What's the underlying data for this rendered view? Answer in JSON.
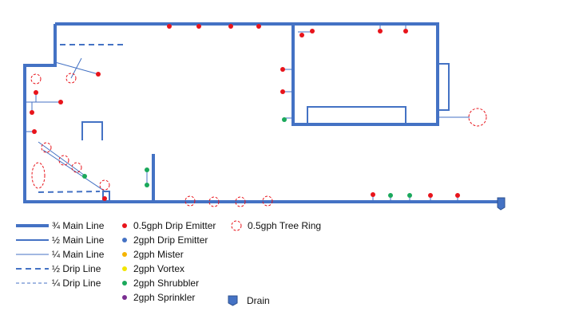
{
  "colors": {
    "line": "#4472C4",
    "emitter_05": "#E8141B",
    "emitter_2": "#4472C4",
    "mister": "#F5B400",
    "vortex": "#F2E600",
    "shrubbler": "#1AA85B",
    "sprinkler": "#7A2E91",
    "tree_ring": "#E8141B",
    "drain": "#4472C4"
  },
  "legend": {
    "lines": [
      {
        "label": "¾ Main Line",
        "style": "main-3-4"
      },
      {
        "label": "½ Main Line",
        "style": "main-1-2"
      },
      {
        "label": "¼ Main Line",
        "style": "main-1-4"
      },
      {
        "label": "½ Drip Line",
        "style": "drip-1-2"
      },
      {
        "label": "¼ Drip Line",
        "style": "drip-1-4"
      }
    ],
    "emitters": [
      {
        "label": "0.5gph Drip Emitter",
        "color": "#E8141B"
      },
      {
        "label": "2gph Drip Emitter",
        "color": "#4472C4"
      },
      {
        "label": "2gph Mister",
        "color": "#F5B400"
      },
      {
        "label": "2gph Vortex",
        "color": "#F2E600"
      },
      {
        "label": "2gph Shrubbler",
        "color": "#1AA85B"
      },
      {
        "label": "2gph Sprinkler",
        "color": "#7A2E91"
      }
    ],
    "tree_ring": {
      "label": "0.5gph Tree Ring",
      "icon": "dashed-circle-icon"
    },
    "drain": {
      "label": "Drain",
      "icon": "drain-icon"
    }
  }
}
